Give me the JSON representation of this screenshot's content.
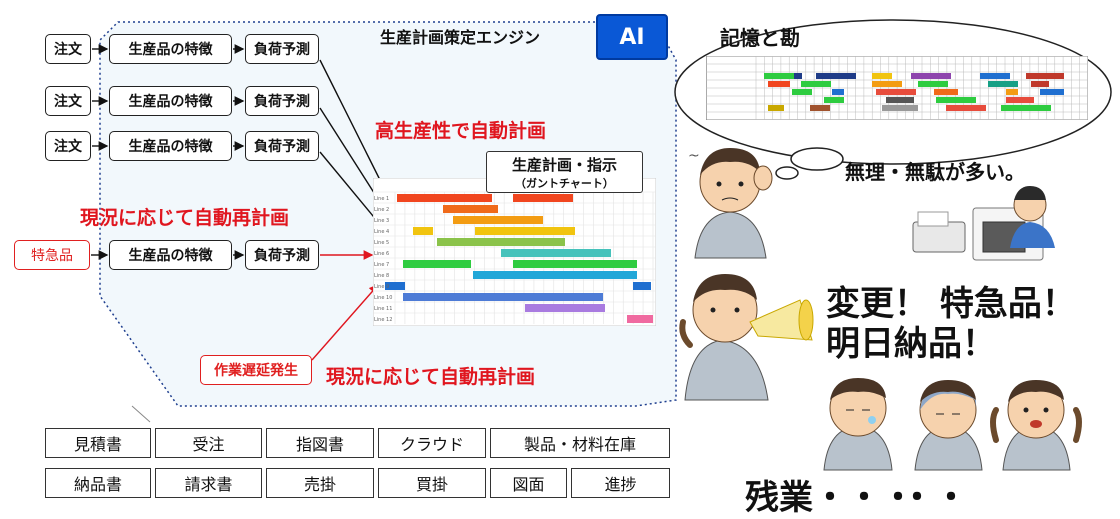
{
  "engine": {
    "title": "生産計画策定エンジン",
    "ai_badge": "AI",
    "order_label": "注文",
    "feature_label": "生産品の特徴",
    "load_label": "負荷予測",
    "urgent_label": "特急品",
    "delay_label": "作業遅延発生",
    "high_productivity": "高生産性で自動計画",
    "replan_top": "現況に応じて自動再計画",
    "replan_bottom": "現況に応じて自動再計画",
    "gantt_title": "生産計画・指示",
    "gantt_subtitle": "（ガントチャート）",
    "gantt_lines": [
      "Line 1",
      "Line 2",
      "Line 3",
      "Line 4",
      "Line 5",
      "Line 6",
      "Line 7",
      "Line 8",
      "Line 9",
      "Line 10",
      "Line 11",
      "Line 12"
    ]
  },
  "documents": {
    "row1": [
      "見積書",
      "受注",
      "指図書",
      "クラウド",
      "製品・材料在庫"
    ],
    "row2": [
      "納品書",
      "請求書",
      "売掛",
      "買掛",
      "図面",
      "進捗"
    ]
  },
  "right": {
    "memory_title": "記憶と勘",
    "complaint": "無理・無駄が多い。",
    "shout_line1": "変更！ 特急品！",
    "shout_line2": "明日納品！",
    "overtime": "残業・・・",
    "overtime_dots": "・・"
  },
  "colors": {
    "accent_red": "#e0161f",
    "ai_blue": "#0a58d6",
    "panel_border": "#1f3f8f",
    "panel_fill": "#f2f8fc"
  }
}
